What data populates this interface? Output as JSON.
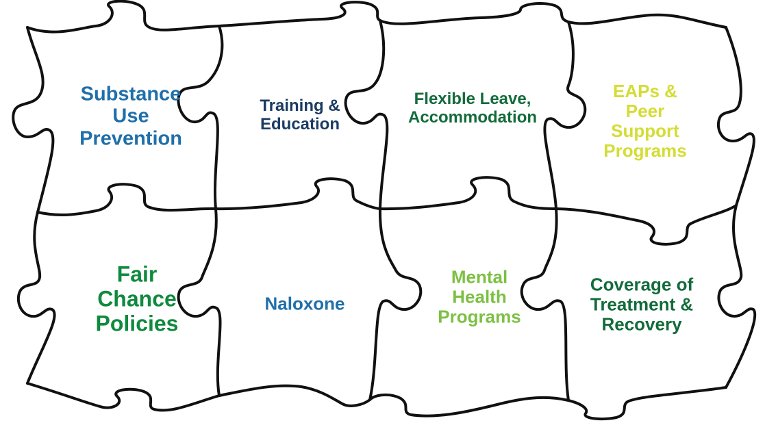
{
  "colors": {
    "outline": "#111111",
    "blue": "#1f6faa",
    "navy": "#1b3b63",
    "dark_green": "#136b3b",
    "green": "#0f8a3e",
    "light_green": "#7cc043",
    "yellow_green": "#d4dd34"
  },
  "pieces": [
    {
      "name": "substance-use-prevention",
      "lines": [
        "Substance",
        "Use",
        "Prevention"
      ],
      "color": "#1f6faa"
    },
    {
      "name": "training-education",
      "lines": [
        "Training &",
        "Education"
      ],
      "color": "#1b3b63"
    },
    {
      "name": "flexible-leave-accommodation",
      "lines": [
        "Flexible Leave,",
        "Accommodation"
      ],
      "color": "#136b3b"
    },
    {
      "name": "eaps-peer-support",
      "lines": [
        "EAPs &",
        "Peer",
        "Support",
        "Programs"
      ],
      "color": "#d4dd34"
    },
    {
      "name": "fair-chance-policies",
      "lines": [
        "Fair",
        "Chance",
        "Policies"
      ],
      "color": "#0f8a3e"
    },
    {
      "name": "naloxone",
      "lines": [
        "Naloxone"
      ],
      "color": "#1f6faa"
    },
    {
      "name": "mental-health-programs",
      "lines": [
        "Mental",
        "Health",
        "Programs"
      ],
      "color": "#7cc043"
    },
    {
      "name": "coverage-treatment-recovery",
      "lines": [
        "Coverage of",
        "Treatment &",
        "Recovery"
      ],
      "color": "#136b3b"
    }
  ]
}
